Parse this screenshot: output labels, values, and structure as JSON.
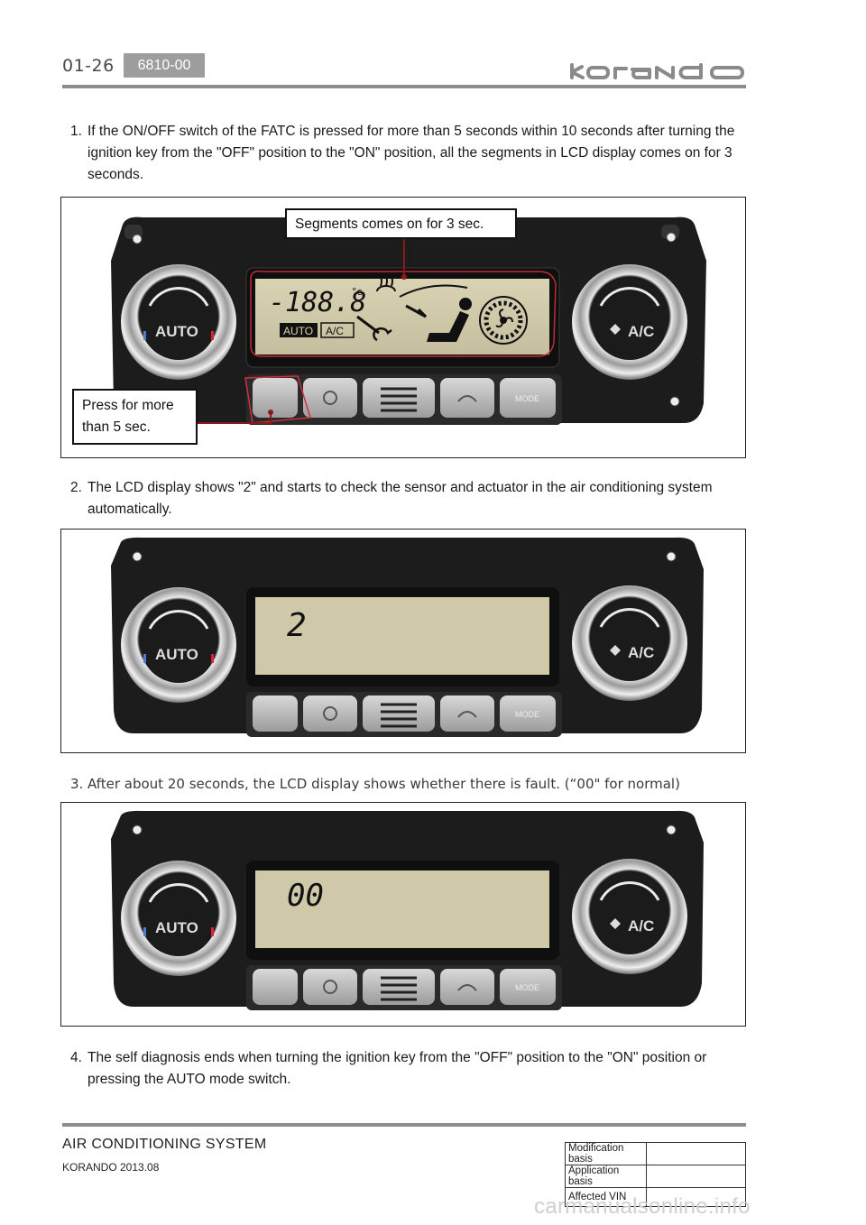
{
  "header": {
    "page_number": "01-26",
    "section_code": "6810-00",
    "brand": "korando"
  },
  "steps": [
    {
      "num": "1.",
      "text": "If the ON/OFF switch of the FATC is pressed for more than 5 seconds within 10 seconds after turning the ignition key from the \"OFF\" position to the \"ON\" position, all the segments in LCD display comes on for 3 seconds."
    },
    {
      "num": "2.",
      "text": "The LCD display shows \"2\" and starts to check the sensor and actuator in the air conditioning system automatically."
    },
    {
      "num": "3.",
      "text": "After about 20 seconds, the LCD display shows whether there is fault. (“00\" for normal)"
    },
    {
      "num": "4.",
      "text": "The self diagnosis ends when turning the ignition key from the \"OFF\" position to the \"ON\" position or pressing the AUTO mode switch."
    }
  ],
  "figure1": {
    "callout_segments": "Segments comes on for 3 sec.",
    "callout_press_line1": "Press for more",
    "callout_press_line2": "than 5 sec.",
    "lcd_temp": "-188.8",
    "lcd_unit": "°c",
    "lcd_auto": "AUTO",
    "lcd_ac": "A/C"
  },
  "figure2": {
    "lcd_value": "2"
  },
  "figure3": {
    "lcd_value": "00"
  },
  "panel": {
    "left_knob_label": "AUTO",
    "right_knob_label": "A/C",
    "mode_label": "MODE"
  },
  "footer": {
    "title": "AIR CONDITIONING SYSTEM",
    "model": "KORANDO 2013.08",
    "table_rows": [
      "Modification basis",
      "Application basis",
      "Affected VIN"
    ],
    "watermark": "carmanualsonline.info"
  }
}
